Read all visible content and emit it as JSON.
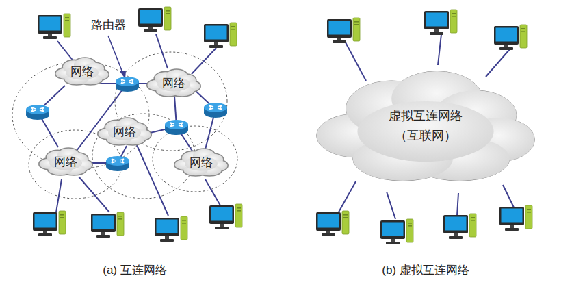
{
  "diagram": {
    "nodes": [
      {
        "text": [
          "网络"
        ]
      },
      {
        "text": [
          "网络"
        ]
      },
      {
        "text": [
          "网络"
        ]
      },
      {
        "text": [
          "网络"
        ]
      },
      {
        "text": [
          "网络"
        ]
      },
      {
        "text": [
          "虚拟互连网络 （互联网）"
        ]
      }
    ],
    "labels": [
      "路由器",
      "(a) 互连网络",
      "(b) 虚拟互连网络"
    ]
  }
}
